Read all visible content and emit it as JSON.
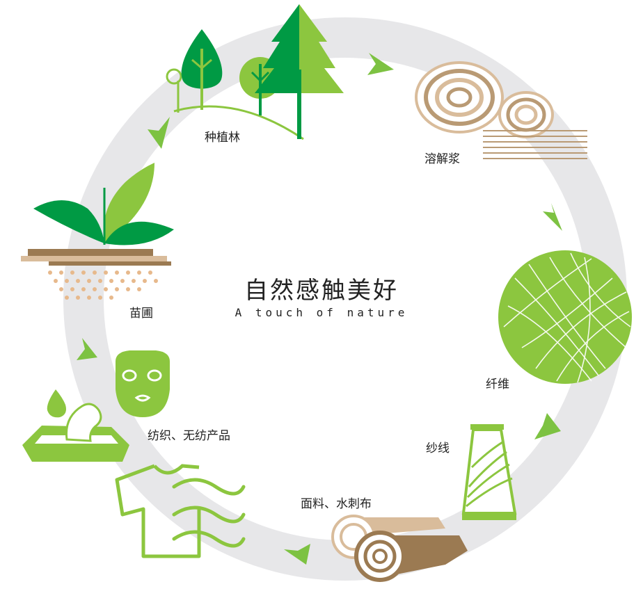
{
  "center": {
    "title": "自然感触美好",
    "subtitle": "A touch of nature"
  },
  "stages": {
    "forest": "种植林",
    "pulp": "溶解浆",
    "fiber": "纤维",
    "yarn": "纱线",
    "fabric": "面料、水刺布",
    "products": "纺织、无纺产品",
    "nursery": "苗圃"
  },
  "colors": {
    "ring": "#e7e7e9",
    "green_dark": "#009a44",
    "green_light": "#8cc63f",
    "arrow": "#7dc242",
    "wood_light": "#d9bc9b",
    "wood_dark": "#9b7a52",
    "soil_dots": "#e7b98c"
  },
  "icons": [
    "tree-icon",
    "wood-log-icon",
    "fiber-circle-icon",
    "yarn-spool-icon",
    "fabric-roll-icon",
    "tshirt-icon",
    "wet-wipes-icon",
    "face-mask-icon",
    "seedling-icon",
    "flow-arrow-icon"
  ]
}
